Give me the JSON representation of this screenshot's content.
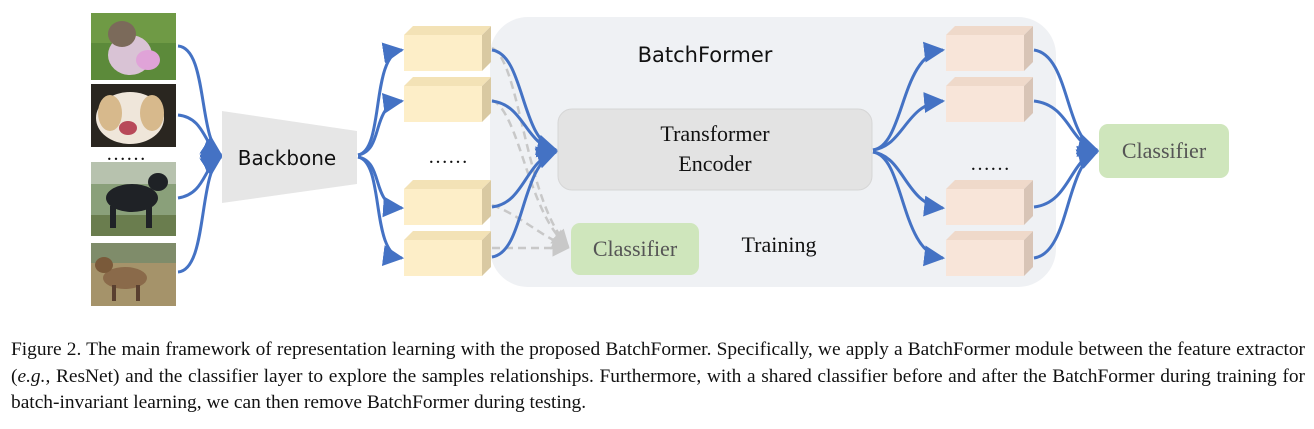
{
  "figure": {
    "backbone_label": "Backbone",
    "batchformer_label": "BatchFormer",
    "transformer_line1": "Transformer",
    "transformer_line2": "Encoder",
    "classifier_train_label": "Classifier",
    "classifier_test_label": "Classifier",
    "training_label": "Training",
    "image_ellipsis": "……",
    "feature_ellipsis": "……",
    "output_ellipsis": "……",
    "images": [
      "dog-photo",
      "dog-photo",
      "dog-photo",
      "goat-photo"
    ]
  },
  "caption": {
    "prefix": "Figure 2. The main framework of representation learning with the proposed BatchFormer. Specifically, we apply a BatchFormer module between the feature extractor (",
    "eg": "e.g.",
    "suffix": ", ResNet) and the classifier layer to explore the samples relationships.  Furthermore, with a shared classifier before and after the BatchFormer during training for batch-invariant learning, we can then remove BatchFormer during testing."
  },
  "colors": {
    "arrow": "#4472c4",
    "dashed": "#c8c8c8",
    "backbone": "#e6e6e6",
    "panel": "#eff1f4",
    "encoder": "#e3e3e3",
    "classifier": "#cfe6bc",
    "feature": "#fdeec8",
    "output": "#f8e5d9"
  }
}
